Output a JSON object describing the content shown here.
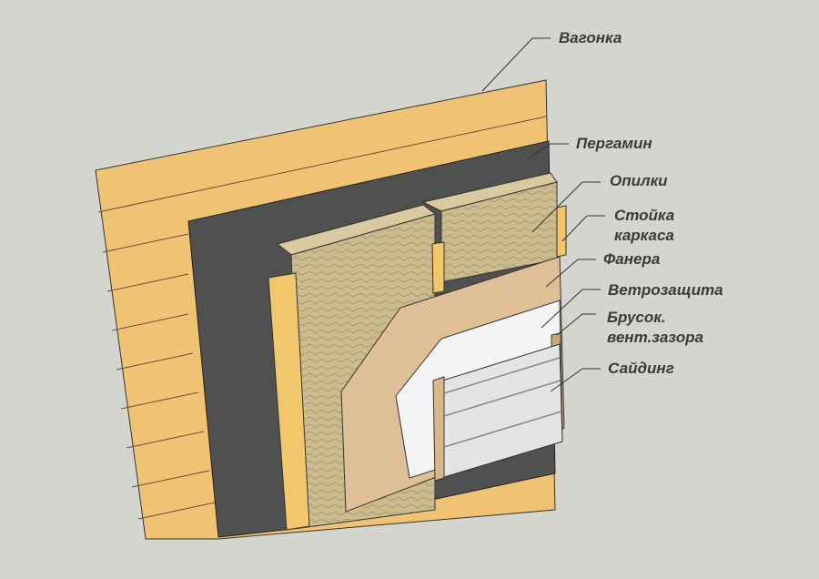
{
  "labels": {
    "vagonka": "Вагонка",
    "pergamin": "Пергамин",
    "opilki": "Опилки",
    "stoika_1": "Стойка",
    "stoika_2": "каркаса",
    "fanera": "Фанера",
    "vetrozaschita": "Ветрозащита",
    "brusok_1": "Брусок.",
    "brusok_2": "вент.зазора",
    "sayding": "Сайдинг"
  },
  "colors": {
    "background": "#d5d5cf",
    "wood": "#f0c274",
    "membrane": "#505050",
    "insulation": "#c9b98e",
    "plywood": "#dfbf98",
    "windbreak": "#f4f4f4",
    "siding": "#e4e4e2"
  }
}
